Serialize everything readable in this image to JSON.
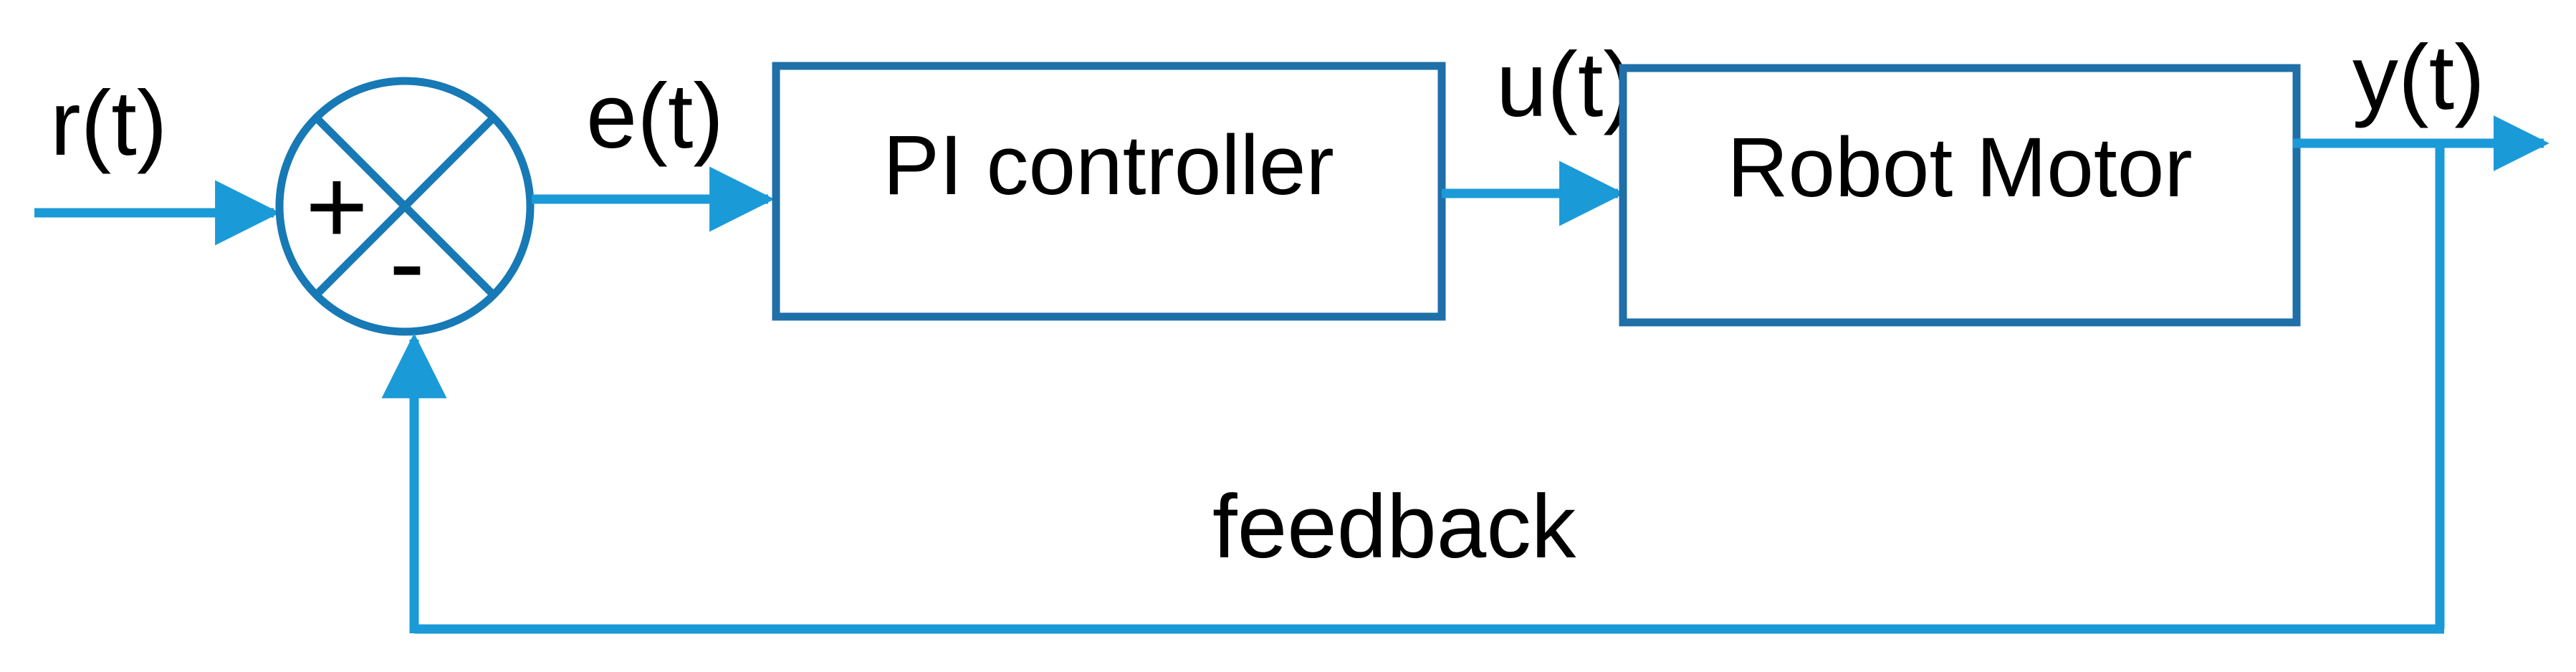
{
  "diagram": {
    "type": "control-system-block-diagram",
    "title": "PI controller feedback loop for a robot motor",
    "colors": {
      "signal_line": "#1B9AD8",
      "block_border": "#1F6FA8",
      "summing_junction": "#1779B5",
      "text": "#000000",
      "background": "#FFFFFF"
    },
    "signals": [
      {
        "name": "reference-input",
        "label": "r(t)"
      },
      {
        "name": "error-signal",
        "label": "e(t)"
      },
      {
        "name": "control-signal",
        "label": "u(t)"
      },
      {
        "name": "output-signal",
        "label": "y(t)"
      }
    ],
    "blocks": [
      {
        "name": "pi-controller",
        "label": "PI controller"
      },
      {
        "name": "robot-motor",
        "label": "Robot Motor"
      }
    ],
    "summing_junction": {
      "name": "summing-junction",
      "positive_sign": "+",
      "negative_sign": "-"
    },
    "feedback": {
      "label": "feedback"
    }
  }
}
